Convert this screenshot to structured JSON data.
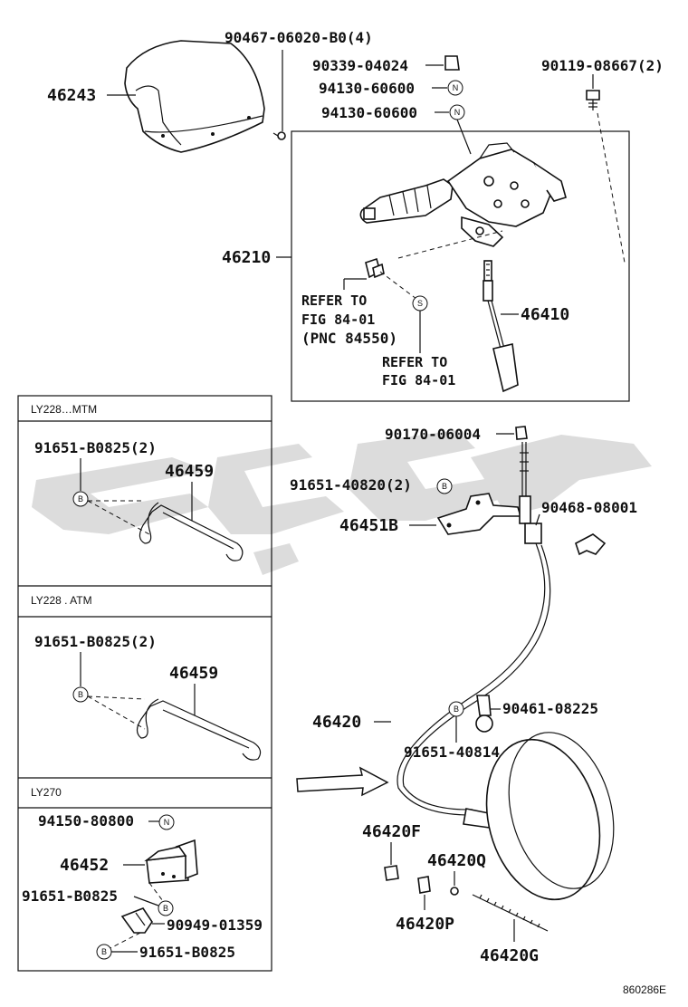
{
  "labels": {
    "p46243": "46243",
    "p90467": "90467-06020-B0(4)",
    "p90339": "90339-04024",
    "p94130a": "94130-60600",
    "p94130b": "94130-60600",
    "p90119": "90119-08667(2)",
    "p46210": "46210",
    "p46410": "46410",
    "ref1_l1": "REFER TO",
    "ref1_l2": "FIG 84-01",
    "ref1_l3": "(PNC 84550)",
    "ref2_l1": "REFER TO",
    "ref2_l2": "FIG 84-01",
    "sec_mtm": "LY228…MTM",
    "sec_atm": "LY228 . ATM",
    "sec_ly270": "LY270",
    "p91651_b0825_2a": "91651-B0825(2)",
    "p46459a": "46459",
    "p91651_b0825_2b": "91651-B0825(2)",
    "p46459b": "46459",
    "p94150": "94150-80800",
    "p46452": "46452",
    "p91651_b0825a": "91651-B0825",
    "p90949": "90949-01359",
    "p91651_b0825b": "91651-B0825",
    "p90170": "90170-06004",
    "p91651_40820": "91651-40820(2)",
    "p90468": "90468-08001",
    "p46451B": "46451B",
    "p46420": "46420",
    "p90461": "90461-08225",
    "p91651_40814": "91651-40814",
    "p46420F": "46420F",
    "p46420Q": "46420Q",
    "p46420P": "46420P",
    "p46420G": "46420G",
    "footer": "860286E"
  },
  "callouts": {
    "N": "N",
    "S": "S",
    "B": "B"
  }
}
